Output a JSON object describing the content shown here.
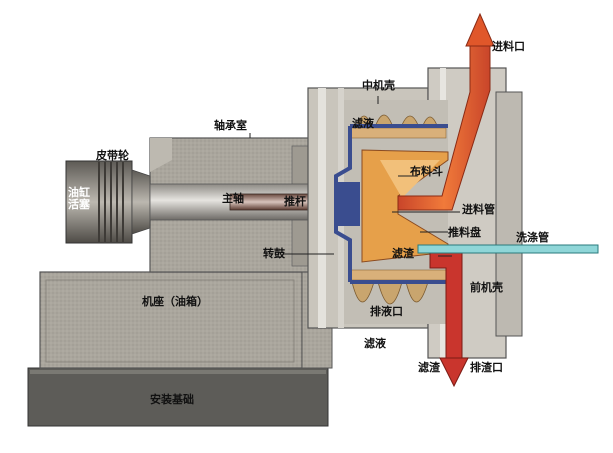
{
  "labels": {
    "feed_inlet": "进料口",
    "middle_casing": "中机壳",
    "bearing_housing": "轴承室",
    "filtrate_top": "滤液",
    "belt_pulley": "皮带轮",
    "distributor": "布料斗",
    "cylinder_piston": "油缸\n活塞",
    "main_shaft": "主轴",
    "push_rod": "推杆",
    "feed_pipe": "进料管",
    "pusher_plate": "推料盘",
    "wash_pipe": "洗涤管",
    "rotary_drum": "转鼓",
    "filter_cake_inner": "滤渣",
    "front_casing": "前机壳",
    "frame": "机座（油箱）",
    "drain_outlet": "排液口",
    "filtrate_bottom": "滤液",
    "filter_cake_out": "滤渣",
    "cake_outlet": "排渣口",
    "foundation": "安装基础"
  },
  "colors": {
    "machine_gray": "#a9a59c",
    "pulley_gray": "#6f6c66",
    "feed_orange": "#e0572a",
    "cake_tan": "#d9b07a",
    "drum_blue": "#3a4d8f",
    "wash_cyan": "#8fd6d8",
    "outlet_red": "#c9352d",
    "foundation_dark": "#5d5c58"
  }
}
